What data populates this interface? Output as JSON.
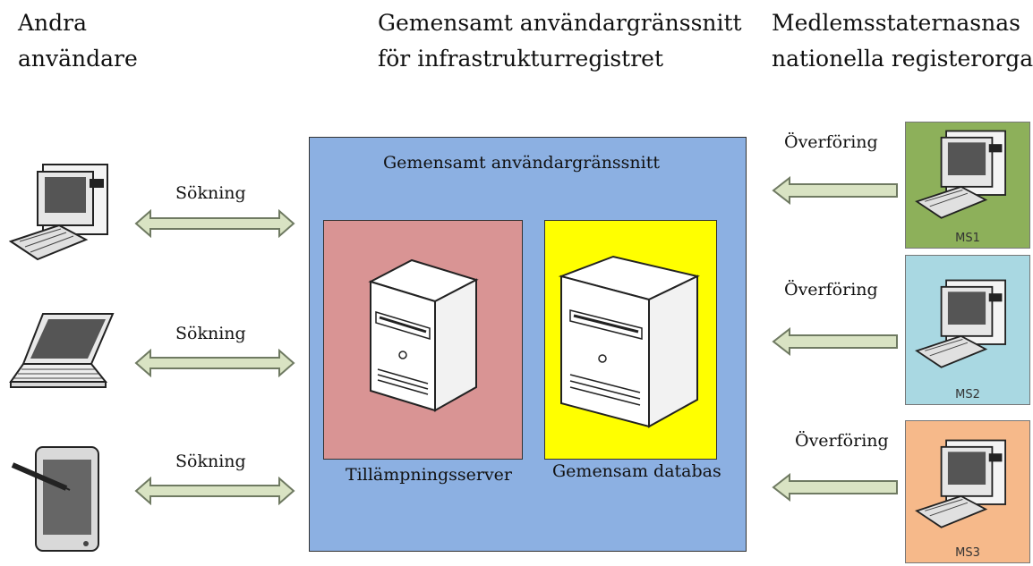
{
  "headings": {
    "left": [
      "Andra",
      "användare"
    ],
    "center": [
      "Gemensamt användargränssnitt",
      "för infrastrukturregistret"
    ],
    "right": [
      "Medlemsstaternasnas",
      "nationella registerorgan"
    ]
  },
  "central": {
    "title": "Gemensamt användargränssnitt",
    "app_server_label": "Tillämpningsserver",
    "database_label": "Gemensam databas"
  },
  "left_devices": [
    {
      "icon": "desktop-computer-icon",
      "link_label": "Sökning"
    },
    {
      "icon": "laptop-icon",
      "link_label": "Sökning"
    },
    {
      "icon": "tablet-icon",
      "link_label": "Sökning"
    }
  ],
  "member_states": [
    {
      "label": "MS1",
      "link_label": "Överföring",
      "color": "#8db05a"
    },
    {
      "label": "MS2",
      "link_label": "Överföring",
      "color": "#a9d8e2"
    },
    {
      "label": "MS3",
      "link_label": "Överföring",
      "color": "#f6b98a"
    }
  ],
  "colors": {
    "central_panel": "#8cb0e2",
    "app_server_panel": "#d99494",
    "database_panel": "#ffff00",
    "arrow_fill": "#d9e3c3",
    "arrow_stroke": "#6f7a62"
  }
}
